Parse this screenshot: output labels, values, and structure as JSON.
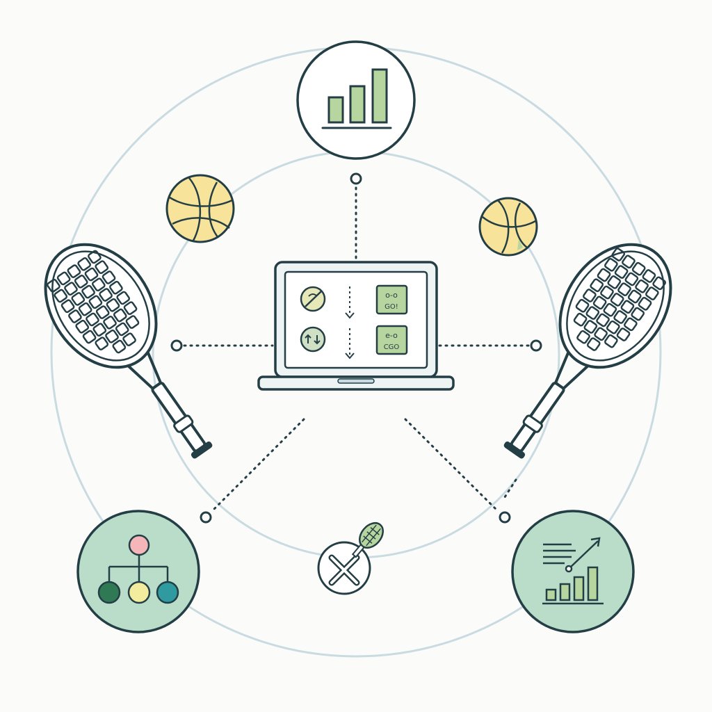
{
  "diagram": {
    "hub": {
      "device": "laptop",
      "screen_items": [
        {
          "icon": "no-ball-icon",
          "row": 1
        },
        {
          "icon": "swap-arrows-icon",
          "row": 2
        }
      ],
      "screen_cards": [
        {
          "text_top": "o-o",
          "text_bottom": "GO!"
        },
        {
          "text_top": "e-o",
          "text_bottom": "CGO"
        }
      ]
    },
    "nodes": [
      {
        "id": "top",
        "icon": "bar-chart-icon"
      },
      {
        "id": "bottom-left",
        "icon": "hierarchy-icon"
      },
      {
        "id": "bottom-right",
        "icon": "trend-report-icon"
      },
      {
        "id": "bottom-center",
        "icon": "cancel-racket-icon"
      }
    ],
    "decorations": [
      "tennis-racket-icon",
      "tennis-racket-icon",
      "ball-icon",
      "ball-icon"
    ],
    "colors": {
      "ink": "#243e45",
      "ring": "#c9dbe1",
      "mint": "#b9ddc9",
      "ball": "#f7e39a",
      "green_fill": "#b7d59e",
      "pink": "#f4b6b9",
      "dark_green": "#2f7a55",
      "teal": "#2f9aa0",
      "yellow": "#f3ec9e"
    }
  }
}
